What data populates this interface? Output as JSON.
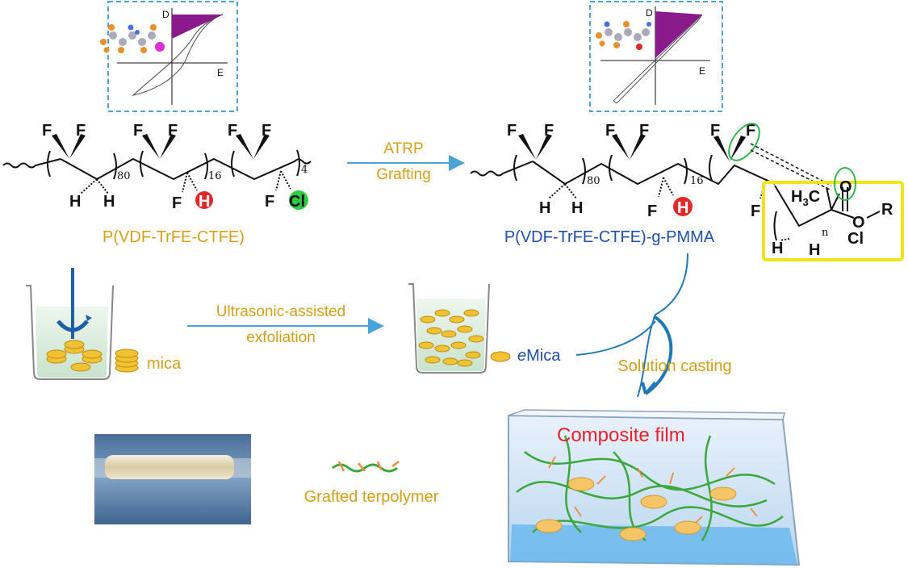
{
  "reaction": {
    "step1_line1": "ATRP",
    "step1_line2": "Grafting",
    "step2_line1": "Ultrasonic-assisted",
    "step2_line2": "exfoliation",
    "step3": "Solution casting"
  },
  "polymers": {
    "precursor_name": "P(VDF-TrFE-CTFE)",
    "grafted_name": "P(VDF-TrFE-CTFE)-g-PMMA",
    "subscript_vdf": "80",
    "subscript_trfe": "16",
    "subscript_ctfe": "4",
    "subscript_n": "n"
  },
  "atoms": {
    "F": "F",
    "H": "H",
    "Cl": "Cl",
    "O": "O",
    "R": "R",
    "CH3_main": "H",
    "CH3_sub": "3",
    "CH3_tail": "C"
  },
  "hysteresis": {
    "y_axis": "D",
    "x_axis": "E"
  },
  "materials": {
    "mica_label": "mica",
    "emica_prefix": "e",
    "emica_rest": "Mica",
    "grafted_terpolymer_label": "Grafted terpolymer",
    "composite_label": "Composite film"
  },
  "colors": {
    "gold_text": "#d4a017",
    "blue_text": "#1f4fa8",
    "arrow_blue": "#4aa3d6",
    "red_text": "#e8202a",
    "highlight_box": "#f2e21a",
    "loop_purple": "#8a1a8c",
    "hydrogen_ball": "#e02a2a",
    "chlorine_ball": "#2ecc40",
    "green_circle": "#2eb84a"
  }
}
